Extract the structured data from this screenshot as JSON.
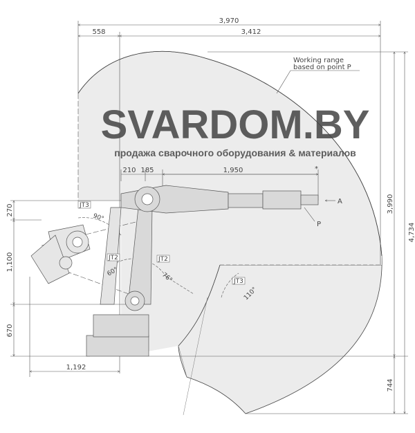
{
  "diagram": {
    "title_note": "Working range\nbased on point P",
    "note_line1": "Working range",
    "note_line2": "based on point P",
    "dimensions": {
      "total_width": "3,970",
      "rear_offset": "558",
      "front_reach": "3,412",
      "total_height": "4,734",
      "upper_height": "3,990",
      "below_base": "744",
      "arm_offset": "270",
      "arm_length": "1,100",
      "base_height": "670",
      "rear_reach": "1,192",
      "offset_a": "210",
      "offset_b": "185",
      "forearm": "1,950",
      "asterisk": "*"
    },
    "labels": {
      "jt3_left": "JT3",
      "angle_90": "90°",
      "jt2_left": "JT2",
      "angle_60": "60°",
      "jt2_right": "JT2",
      "angle_76": "76°",
      "jt3_right": "JT3",
      "angle_110": "110°",
      "point_a": "A",
      "point_p": "P"
    },
    "watermark": {
      "brand": "SVARDOM.BY",
      "tagline": "продажа сварочного оборудования & материалов"
    },
    "colors": {
      "range_fill": "#ececec",
      "line": "#555555",
      "watermark_orange": "#f08a5d",
      "watermark_blue": "#4a6fa5"
    }
  }
}
